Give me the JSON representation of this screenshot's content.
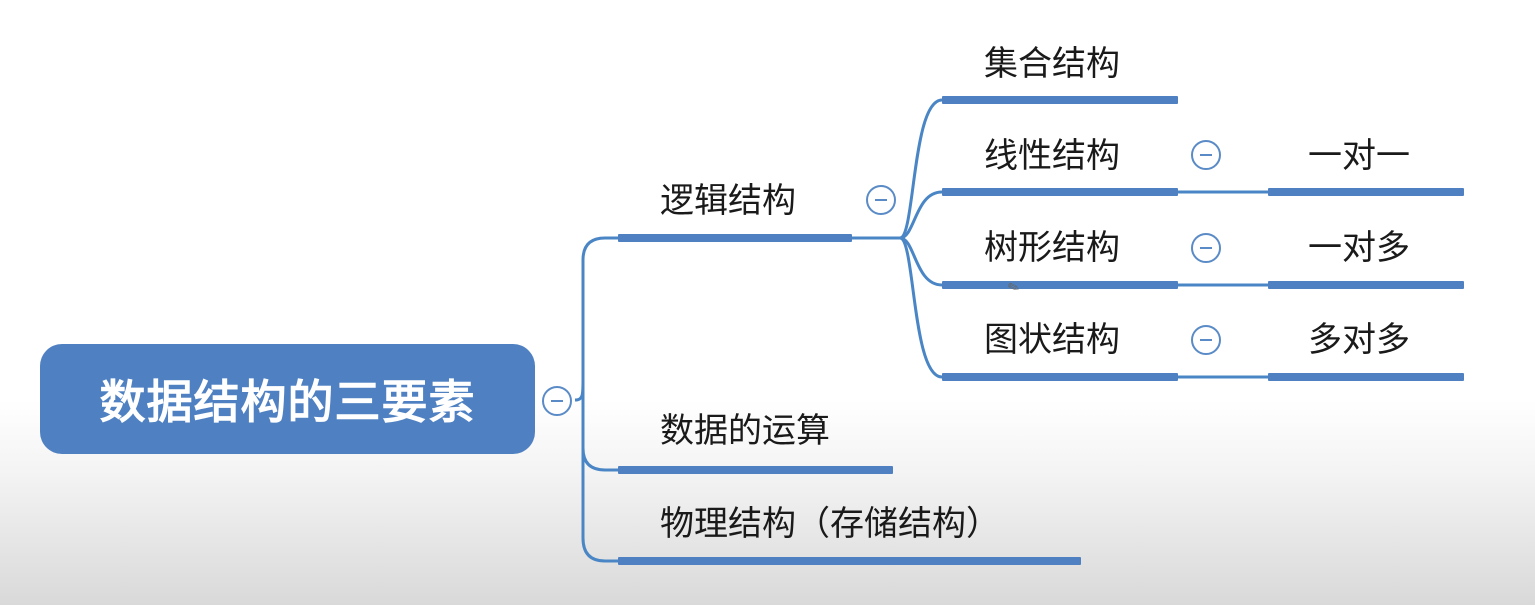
{
  "mindmap": {
    "root": {
      "label": "数据结构的三要素"
    },
    "branches": [
      {
        "label": "逻辑结构",
        "children": [
          {
            "label": "集合结构"
          },
          {
            "label": "线性结构",
            "relation": "一对一"
          },
          {
            "label": "树形结构",
            "relation": "一对多"
          },
          {
            "label": "图状结构",
            "relation": "多对多"
          }
        ]
      },
      {
        "label": "数据的运算"
      },
      {
        "label": "物理结构（存储结构）"
      }
    ]
  },
  "colors": {
    "node_fill": "#4f81c2",
    "connector": "#4a86c5",
    "root_text": "#ffffff"
  },
  "icons": {
    "collapse": "minus-circle-icon"
  }
}
